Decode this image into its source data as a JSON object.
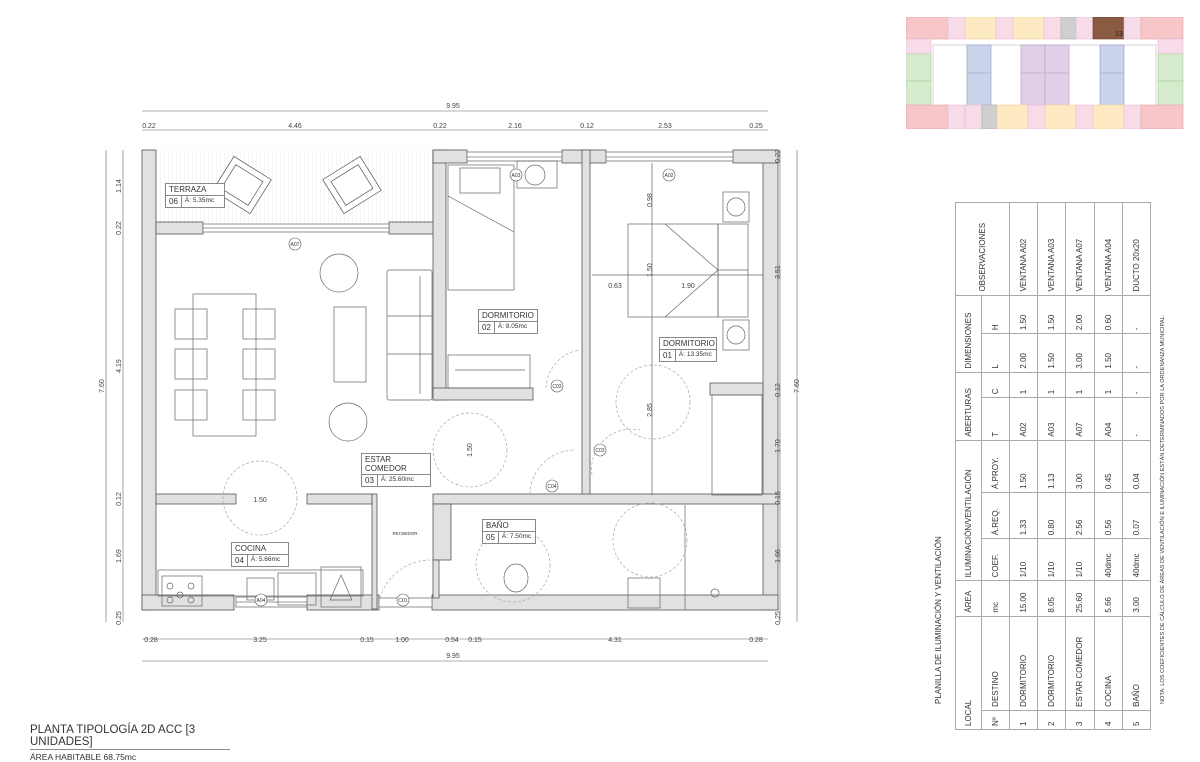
{
  "plan": {
    "title": "PLANTA TIPOLOGÍA 2D ACC [3 UNIDADES]",
    "subtitle": "ÁREA HABITABLE 68.75mc"
  },
  "dimensions": {
    "top_total": "9.95",
    "top_segments": [
      "0.22",
      "4.46",
      "0.22",
      "2.16",
      "0.12",
      "2.53",
      "0.25"
    ],
    "bottom_segments": [
      "0.28",
      "3.25",
      "0.15",
      "1.00",
      "0.54",
      "0.15",
      "4.31",
      "0.28"
    ],
    "bottom_total": "9.95",
    "left_total": "7.60",
    "left_segments": [
      "1.14",
      "0.22",
      "4.19",
      "0.12",
      "1.69",
      "0.25"
    ],
    "right_total": "7.60",
    "right_segments": [
      "0.22",
      "3.51",
      "0.12",
      "1.70",
      "0.15",
      "1.66",
      "0.25"
    ],
    "interior": {
      "bed_w_offset": "0.63",
      "bed_length": "1.90",
      "bed_width": "1.50",
      "bed_top_clear": "0.98",
      "dorm1_depth": "2.85",
      "turn_circle_living": "1.50",
      "turn_circle_hall": "1.50"
    }
  },
  "rooms": [
    {
      "name": "TERRAZA",
      "num": "06",
      "area": "Á: 5.35mc"
    },
    {
      "name": "DORMITORIO",
      "num": "02",
      "area": "Á: 8.05mc"
    },
    {
      "name": "DORMITORIO",
      "num": "01",
      "area": "Á: 13.35mc"
    },
    {
      "name": "ESTAR COMEDOR",
      "num": "03",
      "area": "Á: 25.60mc"
    },
    {
      "name": "COCINA",
      "num": "04",
      "area": "Á: 5.66mc"
    },
    {
      "name": "BAÑO",
      "num": "05",
      "area": "Á: 7.50mc"
    }
  ],
  "hall_label": "RECIBIDOR",
  "tags": {
    "windows": [
      "A02",
      "A03",
      "A07",
      "A04"
    ],
    "doors": [
      "C01",
      "C03",
      "C03",
      "C04"
    ]
  },
  "key_plan": {
    "highlight_label": "13",
    "colors": {
      "red": "#f6c6c9",
      "pink": "#f7dbe8",
      "yellow": "#fde9c2",
      "green": "#d5ebcc",
      "blue": "#cad3ea",
      "purple": "#e0cfe6",
      "brown": "#8a5a43",
      "grey": "#cfcfcf"
    }
  },
  "schedule": {
    "title": "PLANILLA DE ILUMINACIÓN Y VENTILACIÓN",
    "group_headers": [
      "LOCAL",
      "ÁREA",
      "ILUMINACIÓN/VENTILACIÓN",
      "ABERTURAS",
      "DIMENSIONES",
      "OBSERVACIONES"
    ],
    "sub_headers": [
      "Nº",
      "DESTINO",
      "mc",
      "COEF.",
      "Á.REQ.",
      "Á.PROY.",
      "T",
      "C",
      "L",
      "H"
    ],
    "rows": [
      [
        "1",
        "DORMITORIO",
        "15.00",
        "1/10",
        "1.33",
        "1.50",
        "A02",
        "1",
        "2.00",
        "1.50",
        "VENTANA A02"
      ],
      [
        "2",
        "DORMITORIO",
        "8.05",
        "1/10",
        "0.80",
        "1.13",
        "A03",
        "1",
        "1.50",
        "1.50",
        "VENTANA A03"
      ],
      [
        "3",
        "ESTAR COMEDOR",
        "25.60",
        "1/10",
        "2.56",
        "3.00",
        "A07",
        "1",
        "3.00",
        "2.00",
        "VENTANA A07"
      ],
      [
        "4",
        "COCINA",
        "5.66",
        "40dmc",
        "0.56",
        "0.45",
        "A04",
        "1",
        "1.50",
        "0.60",
        "VENTANA A04"
      ],
      [
        "5",
        "BAÑO",
        "3.00",
        "40dmc",
        "0.07",
        "0.04",
        "-",
        "-",
        "-",
        "-",
        "DUCTO 20x20"
      ]
    ],
    "note": "NOTA: LOS COEFICIENTES DE CÁLCULO DE ÁREAS DE VENTILACIÓN E ILUMINACIÓN ESTÁN DETERMINADOS POR LA ORDENANZA MUNICIPAL."
  }
}
